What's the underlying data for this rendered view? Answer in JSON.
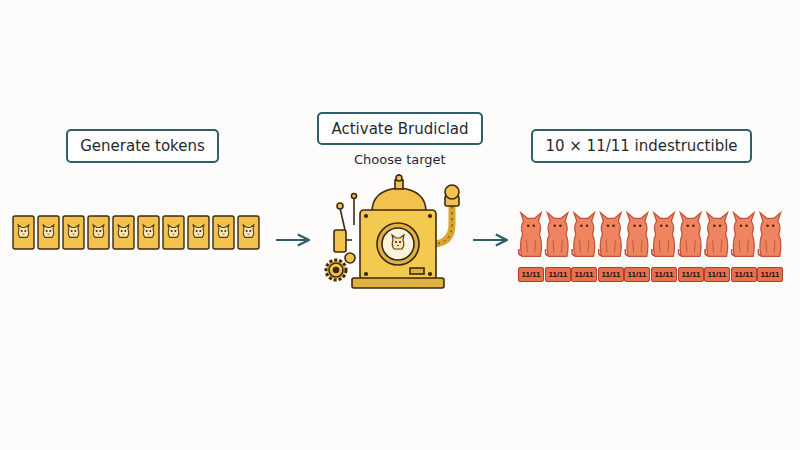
{
  "diagram": {
    "nodes": [
      {
        "text": [
          "Generate tokens"
        ]
      },
      {
        "text": [
          "Activate Brudiclad"
        ]
      },
      {
        "text": [
          "10 × 11/11 indestructible"
        ]
      },
      {
        "text": [
          "11/11"
        ]
      },
      {
        "text": [
          "11/11"
        ]
      },
      {
        "text": [
          "11/11"
        ]
      },
      {
        "text": [
          "11/11"
        ]
      },
      {
        "text": [
          "11/11"
        ]
      },
      {
        "text": [
          "11/11"
        ]
      },
      {
        "text": [
          "11/11"
        ]
      },
      {
        "text": [
          "11/11"
        ]
      },
      {
        "text": [
          "11/11"
        ]
      },
      {
        "text": [
          "11/11"
        ]
      }
    ],
    "labels": [
      "Choose target"
    ]
  }
}
